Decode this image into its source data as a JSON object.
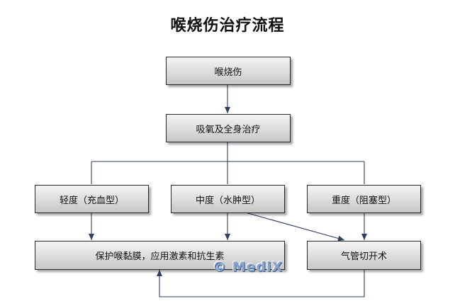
{
  "title": "喉烧伤治疗流程",
  "nodes": {
    "burn": "喉烧伤",
    "oxygen": "吸氧及全身治疗",
    "mild": "轻度（充血型）",
    "moderate": "中度（水肿型）",
    "severe": "重度（阻塞型）",
    "protect": "保护喉黏膜，应用激素和抗生素",
    "tracheotomy": "气管切开术"
  },
  "watermark": "© MediX",
  "colors": {
    "line": "#2f3f5f",
    "box_border": "#2a2a2a"
  }
}
